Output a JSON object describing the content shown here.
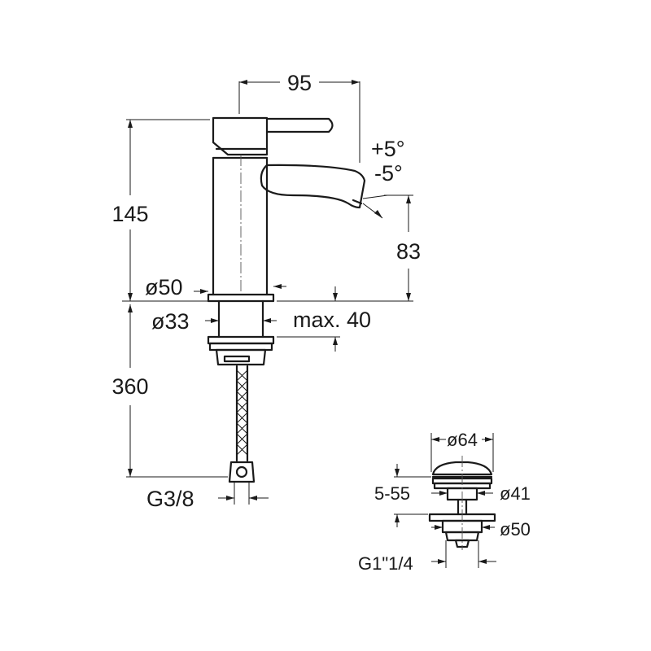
{
  "faucet": {
    "dim_width": "95",
    "dim_height": "145",
    "dim_spout_height": "83",
    "angle_up": "+5°",
    "angle_down": "-5°",
    "dim_base_diameter": "ø50",
    "dim_shank_diameter": "ø33",
    "dim_max_thickness": "max. 40",
    "dim_hose_length": "360",
    "hose_thread": "G3/8"
  },
  "waste": {
    "dim_cap_diameter": "ø64",
    "dim_body_diameter": "ø41",
    "dim_range": "5-55",
    "dim_flange_diameter": "ø50",
    "thread": "G1\"1/4"
  }
}
